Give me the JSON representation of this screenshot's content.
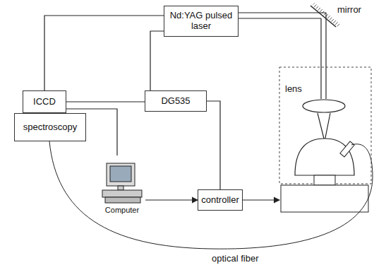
{
  "diagram": {
    "nodes": [
      {
        "text": [
          "Nd:YAG pulsed laser"
        ]
      },
      {
        "text": [
          "ICCD"
        ]
      },
      {
        "text": [
          "DG535"
        ]
      },
      {
        "text": [
          "spectroscopy"
        ]
      },
      {
        "text": [
          "Computer"
        ]
      },
      {
        "text": [
          "controller"
        ]
      }
    ],
    "edges": [
      {
        "from": 1,
        "to": 0,
        "arrow": "none"
      },
      {
        "from": 2,
        "to": 0,
        "arrow": "none"
      },
      {
        "from": 1,
        "to": 2,
        "arrow": "none"
      },
      {
        "from": 1,
        "to": 4,
        "arrow": "none"
      },
      {
        "from": 4,
        "to": 5,
        "arrow": "to"
      },
      {
        "from": 2,
        "to": 5,
        "arrow": "none"
      }
    ],
    "labels": [
      "mirror",
      "lens",
      "optical fiber"
    ]
  }
}
